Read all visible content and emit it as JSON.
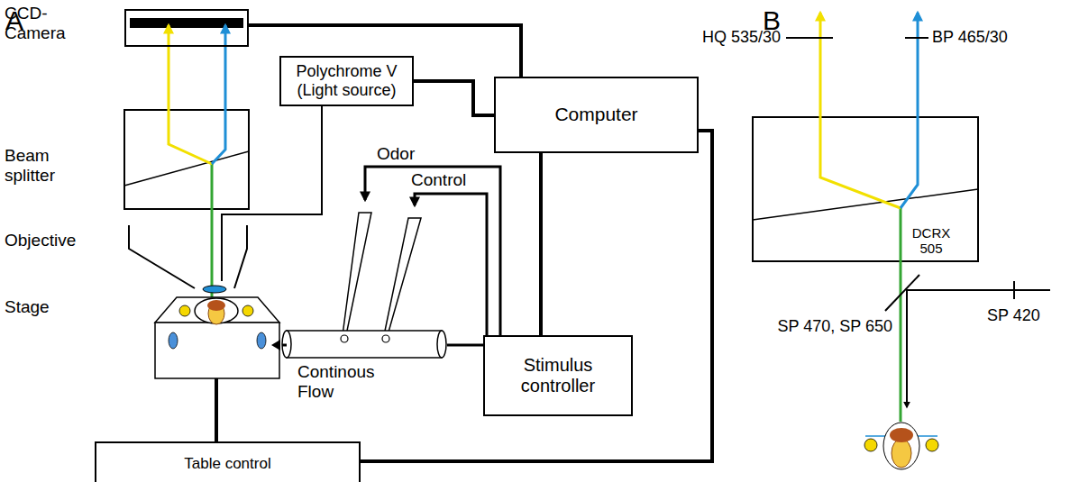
{
  "diagram": {
    "nodes": [
      {
        "text": [
          "CCD-Camera"
        ]
      },
      {
        "text": [
          "Polychrome V (Light source)"
        ]
      },
      {
        "text": [
          "Computer"
        ]
      },
      {
        "text": [
          "Stimulus controller"
        ]
      },
      {
        "text": [
          "Table control"
        ]
      },
      {
        "text": [
          "DCRX 505"
        ]
      }
    ],
    "edges": [
      {
        "from": 0,
        "to": 2,
        "arrow": "none"
      },
      {
        "from": 1,
        "to": 2,
        "arrow": "none"
      },
      {
        "from": 3,
        "to": 2,
        "arrow": "none"
      },
      {
        "from": 4,
        "to": 2,
        "arrow": "none"
      }
    ],
    "labels": [
      "A",
      "Beam splitter",
      "Objective",
      "Stage",
      "Odor",
      "Control",
      "Continous Flow",
      "B",
      "HQ 535/30",
      "BP 465/30",
      "SP 470, SP 650",
      "SP 420"
    ]
  }
}
